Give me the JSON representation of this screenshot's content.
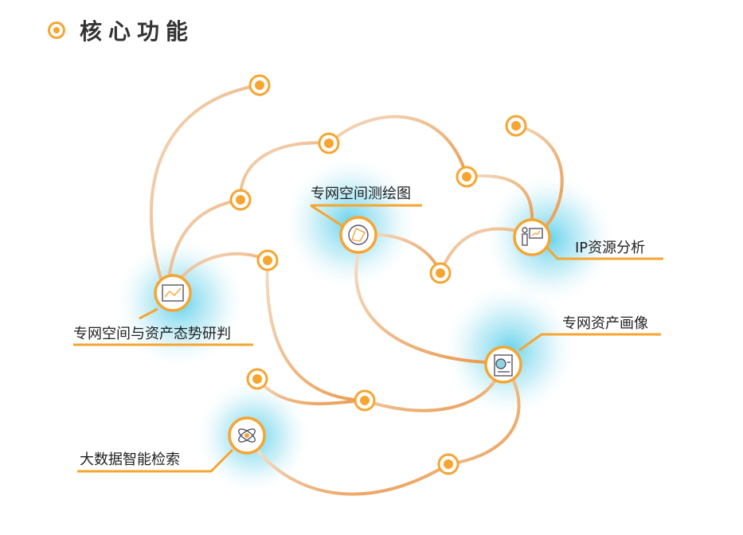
{
  "title": "核心功能",
  "features": [
    {
      "label": "专网空间与资产态势研判",
      "icon": "line-chart-icon"
    },
    {
      "label": "专网空间测绘图",
      "icon": "network-map-icon"
    },
    {
      "label": "IP资源分析",
      "icon": "presenter-icon"
    },
    {
      "label": "专网资产画像",
      "icon": "clipboard-pie-icon"
    },
    {
      "label": "大数据智能检索",
      "icon": "atom-search-icon"
    }
  ],
  "colors": {
    "accent": "#f6a531",
    "glow": "#7fd8ec",
    "curve": "#eec6a0"
  }
}
